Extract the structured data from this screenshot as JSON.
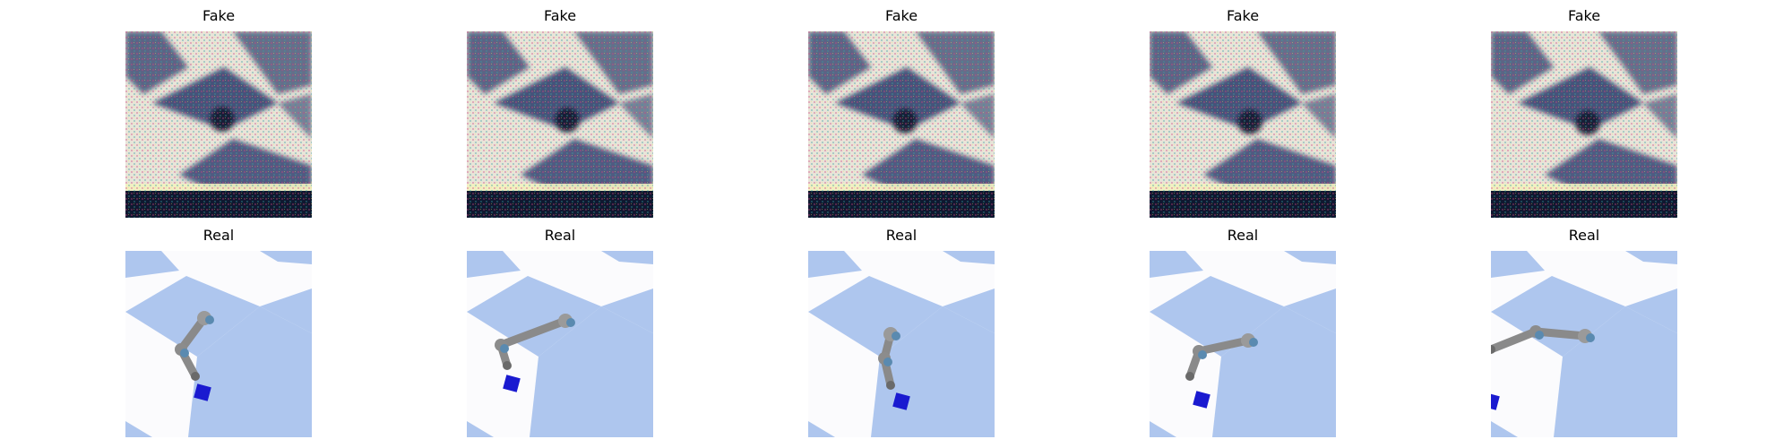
{
  "figure": {
    "fake_row": [
      {
        "title": "Fake"
      },
      {
        "title": "Fake"
      },
      {
        "title": "Fake"
      },
      {
        "title": "Fake"
      },
      {
        "title": "Fake"
      }
    ],
    "real_row": [
      {
        "title": "Real"
      },
      {
        "title": "Real"
      },
      {
        "title": "Real"
      },
      {
        "title": "Real"
      },
      {
        "title": "Real"
      }
    ]
  },
  "colors": {
    "background": "#ffffff",
    "title_text": "#000000",
    "floor_light": "#fbfbfd",
    "floor_blue": "#aec6ee",
    "fake_dark": "#2c3a6a",
    "fake_light": "#e8e4d8",
    "arm_gray": "#8a8a8a",
    "joint_blue": "#5a8ab0",
    "cube_blue": "#1a1ad0"
  }
}
